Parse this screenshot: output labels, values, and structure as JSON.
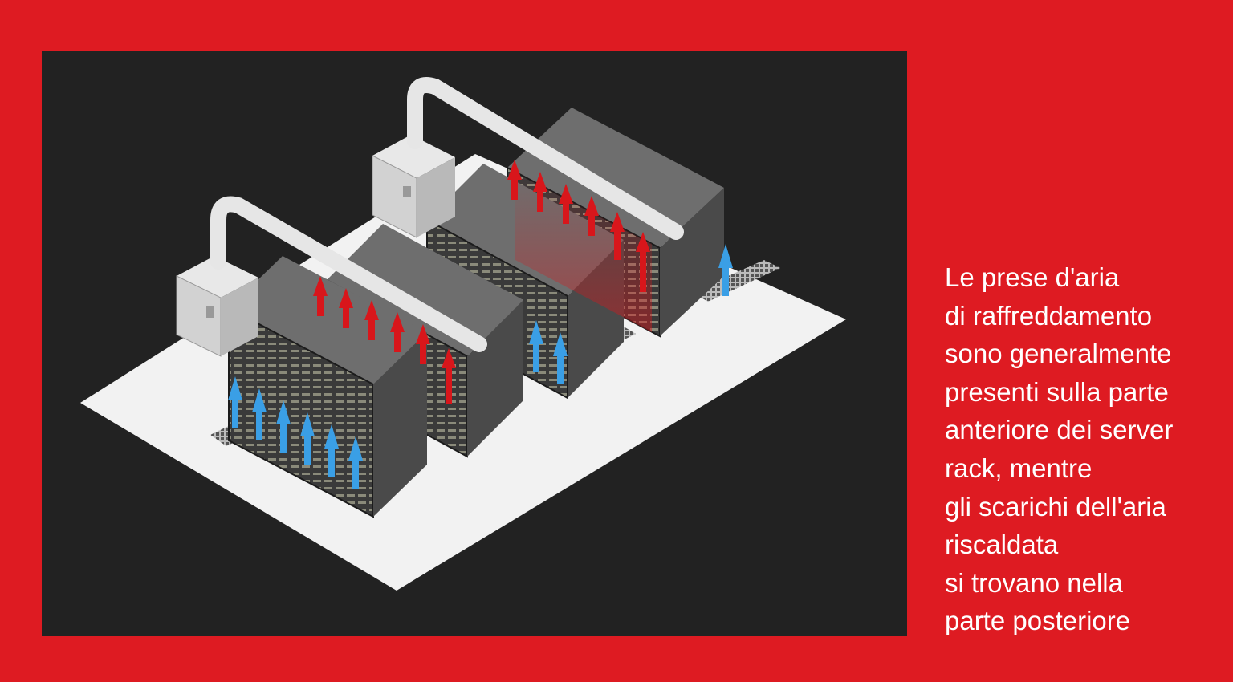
{
  "colors": {
    "background": "#de1b22",
    "panel": "#222222",
    "floor": "#f2f2f2",
    "cold_air": "#3a9fe6",
    "hot_air": "#d8161b",
    "text": "#ffffff"
  },
  "caption": {
    "lines": [
      "Le prese d'aria",
      "di raffreddamento",
      "sono generalmente",
      "presenti sulla parte",
      "anteriore dei server",
      "rack, mentre",
      "gli scarichi dell'aria",
      "riscaldata",
      "si trovano nella",
      "parte posteriore"
    ]
  },
  "diagram": {
    "rows_of_racks": 4,
    "racks_per_row": 6,
    "cooling_units": 2,
    "cold_air_icon": "up-arrow-blue",
    "hot_air_icon": "up-arrow-red"
  }
}
